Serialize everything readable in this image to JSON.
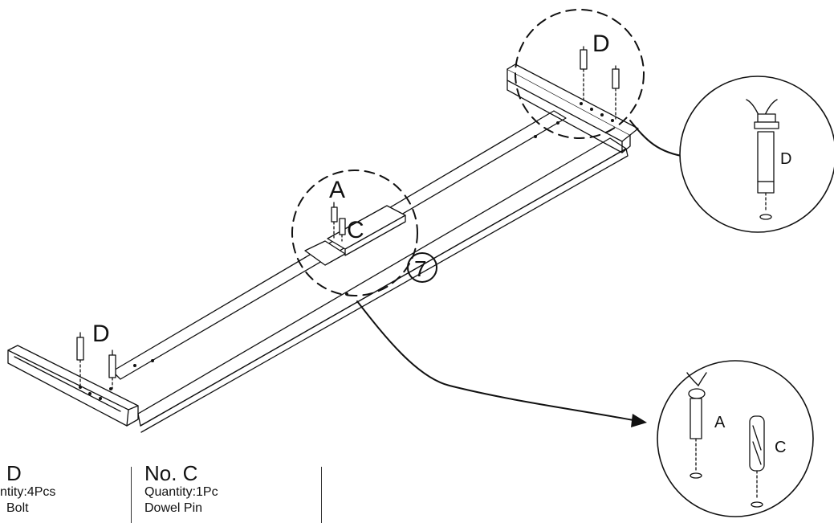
{
  "labels": {
    "part_a": "A",
    "part_c": "C",
    "part_d": "D",
    "step": "7"
  },
  "detail_top": {
    "label": "D"
  },
  "detail_bottom": {
    "label_a": "A",
    "label_c": "C"
  },
  "parts_list": [
    {
      "title": "D",
      "quantity": "ntity:4Pcs",
      "extra": "Bolt"
    },
    {
      "title": "No. C",
      "quantity": "Quantity:1Pc",
      "extra": "Dowel Pin"
    }
  ]
}
